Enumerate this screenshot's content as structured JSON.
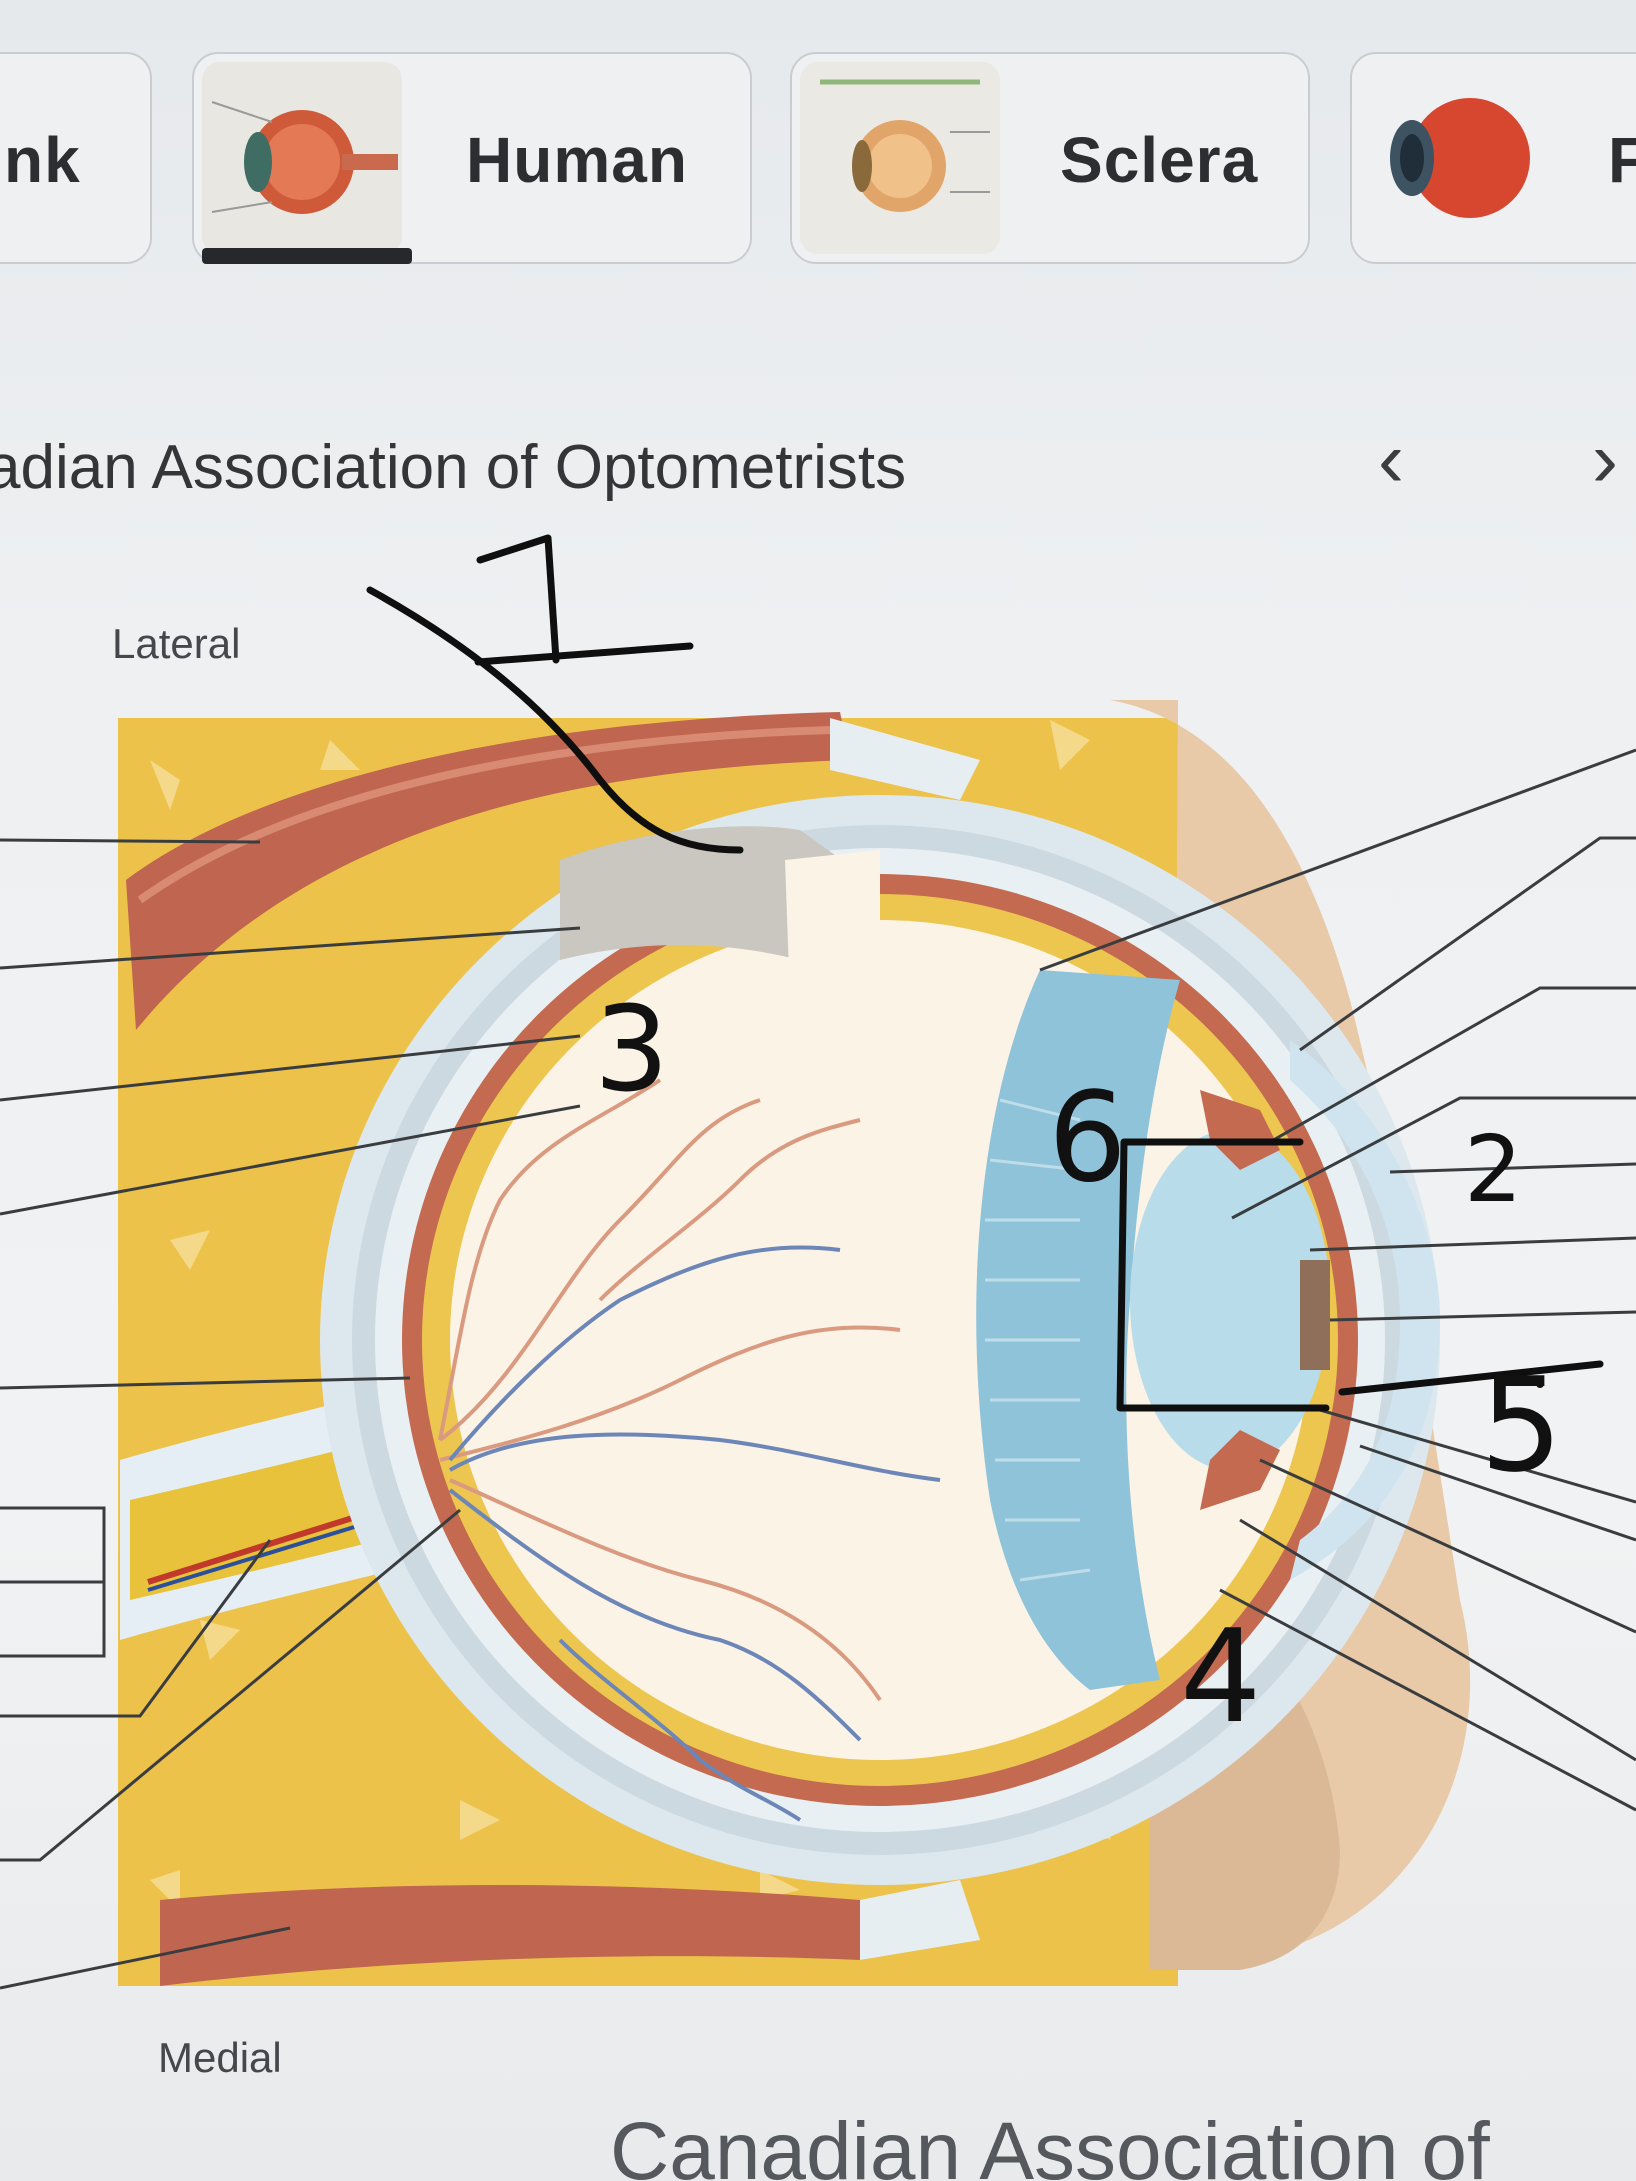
{
  "chips": [
    {
      "label": "nk"
    },
    {
      "label": "Human",
      "selected": true
    },
    {
      "label": "Sclera"
    },
    {
      "label": "F"
    }
  ],
  "source": {
    "title": "adian Association of Optometrists",
    "prev_icon": "chevron-left-icon",
    "next_icon": "chevron-right-icon"
  },
  "diagram": {
    "orient_top": "Lateral",
    "orient_bottom": "Medial",
    "handwritten_numbers": [
      "1",
      "2",
      "3",
      "4",
      "5",
      "6"
    ]
  },
  "bottom_caption": {
    "text": "Canadian Association of"
  },
  "colors": {
    "fat": "#ecc24a",
    "muscle": "#c8705a",
    "sclera": "#dfe9ef",
    "choroid": "#c0664c",
    "iris_blue": "#8fc3da",
    "skin": "#e8c9a8",
    "background": "#eef0f2"
  }
}
